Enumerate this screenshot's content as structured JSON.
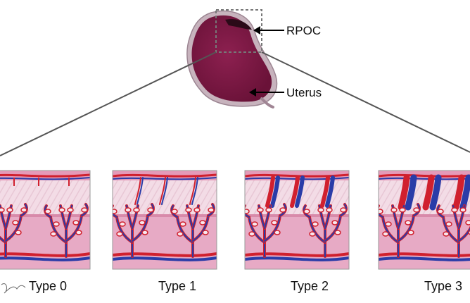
{
  "labels": {
    "rpoc": "RPOC",
    "uterus": "Uterus"
  },
  "panels": [
    {
      "caption": "Type 0"
    },
    {
      "caption": "Type 1"
    },
    {
      "caption": "Type 2"
    },
    {
      "caption": "Type 3"
    }
  ],
  "colors": {
    "uterus_fill": "#7d1a45",
    "uterus_rim": "#b8a0ad",
    "tissue_top": "#f2d9e2",
    "tissue_pink": "#e7aac5",
    "tissue_bottom": "#d886ad",
    "artery": "#d0202e",
    "vein": "#2a3ca8",
    "line": "#555555"
  }
}
